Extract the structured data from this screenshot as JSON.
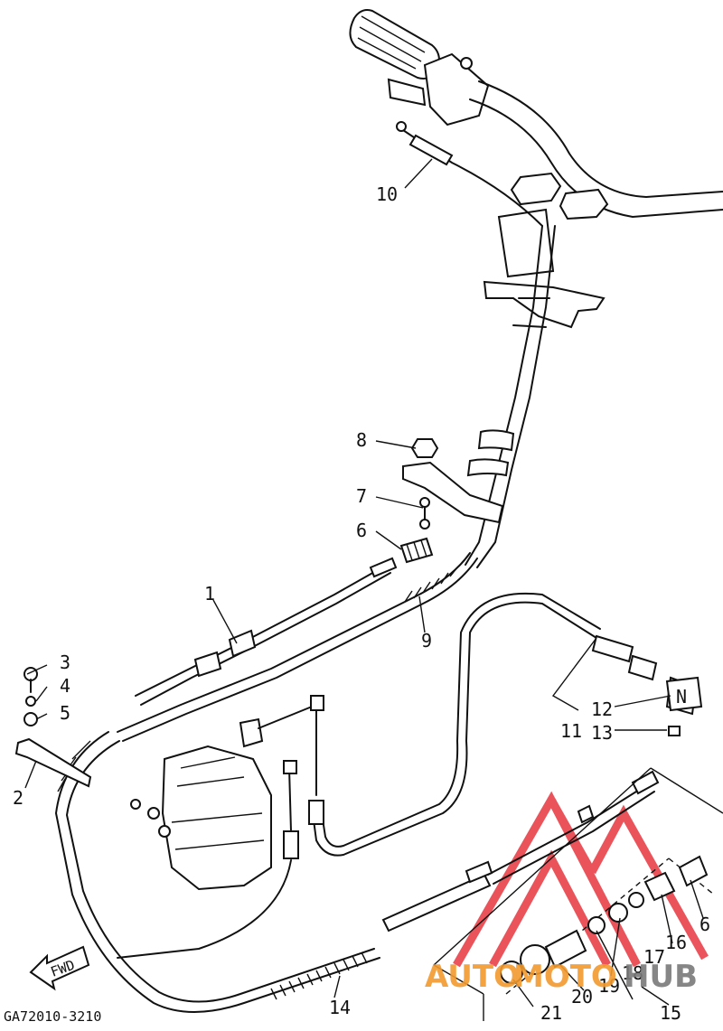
{
  "diagram_code": "GA72010-3210",
  "fwd_label": "FWD",
  "neutral_letter": "N",
  "callouts": [
    "1",
    "2",
    "3",
    "4",
    "5",
    "6",
    "7",
    "8",
    "9",
    "10",
    "11",
    "12",
    "13",
    "14",
    "15",
    "16",
    "17",
    "18",
    "19",
    "20",
    "21",
    "6"
  ],
  "watermark": {
    "text_a": "AUTO",
    "text_b": "MOTO",
    "text_c": "HUB",
    "color_red": "#e8363f",
    "color_orange": "#f29a2e",
    "color_gray": "#7a7a7a"
  }
}
